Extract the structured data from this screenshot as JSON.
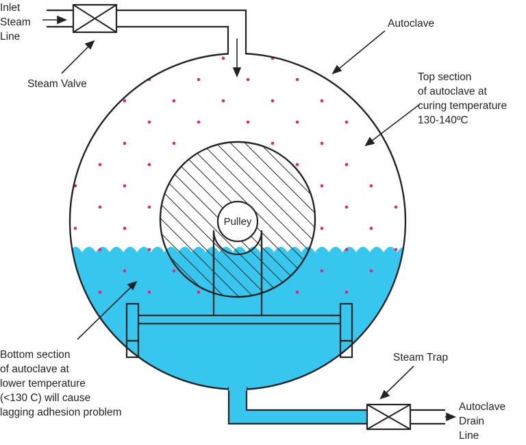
{
  "labels": {
    "inlet_steam_line": [
      "Inlet",
      "Steam",
      "Line"
    ],
    "steam_valve": "Steam Valve",
    "autoclave": "Autoclave",
    "top_section": [
      "Top section",
      "of autoclave at",
      "curing temperature",
      "130-140ºC"
    ],
    "pulley": "Pulley",
    "bottom_section": [
      "Bottom section",
      "of autoclave at",
      "lower temperature",
      "(<130 C) will cause",
      "lagging adhesion problem"
    ],
    "steam_trap": "Steam Trap",
    "drain_line": [
      "Autoclave",
      "Drain",
      "Line"
    ]
  },
  "colors": {
    "water": "#36c6ee",
    "steam_dot": "#e8207a",
    "line": "#222222",
    "background": "#ffffff"
  }
}
